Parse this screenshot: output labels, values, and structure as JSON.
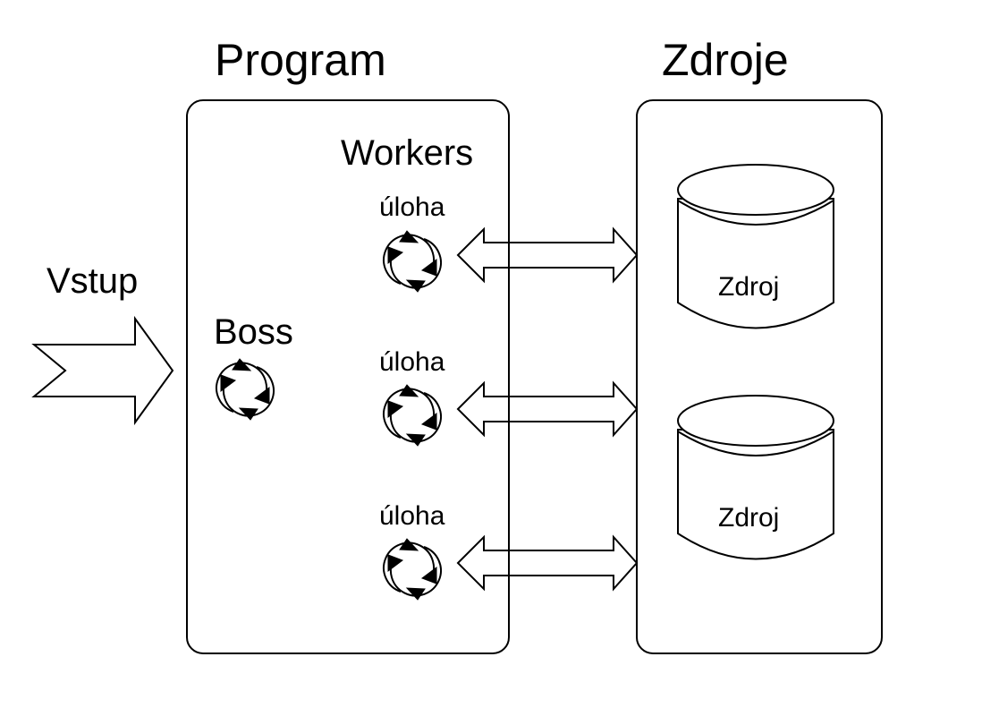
{
  "titles": {
    "program": "Program",
    "resources": "Zdroje"
  },
  "input_label": "Vstup",
  "boss_label": "Boss",
  "workers_label": "Workers",
  "tasks": [
    "úloha",
    "úloha",
    "úloha"
  ],
  "resources": [
    "Zdroj",
    "Zdroj"
  ],
  "icons": {
    "cycle": "cycle-icon",
    "input_arrow": "input-arrow-icon",
    "double_arrow": "double-arrow-icon",
    "database": "database-icon"
  },
  "colors": {
    "stroke": "#000000",
    "background": "#ffffff"
  }
}
